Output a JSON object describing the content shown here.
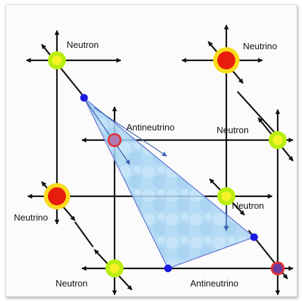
{
  "diagram": {
    "nodes": [
      {
        "id": "n1",
        "type": "neutron",
        "label": "Neutron"
      },
      {
        "id": "n2",
        "type": "neutrino",
        "label": "Neutrino"
      },
      {
        "id": "n3",
        "type": "antineutrino",
        "label": "Antineutrino"
      },
      {
        "id": "n4",
        "type": "neutron",
        "label": "Neutron"
      },
      {
        "id": "n5",
        "type": "neutrino",
        "label": "Neutrino"
      },
      {
        "id": "n6",
        "type": "neutron",
        "label": "Neutron"
      },
      {
        "id": "n7",
        "type": "neutron",
        "label": "Neutron"
      },
      {
        "id": "n8",
        "type": "antineutrino",
        "label": "Antineutrino"
      }
    ],
    "colors": {
      "neutron_outer": "#b8ee10",
      "neutron_inner": "#f6f224",
      "neutrino_outer": "#f8dc1c",
      "neutrino_inner": "#e81c0c",
      "antineutrino_fill": "#b05a8a",
      "antineutrino_ring": "#e23030",
      "triangle_fill": "#a6d4f2",
      "triangle_stroke": "#6f7fd6",
      "vertex_dot": "#1a1ae0",
      "arrow": "#111111"
    }
  }
}
